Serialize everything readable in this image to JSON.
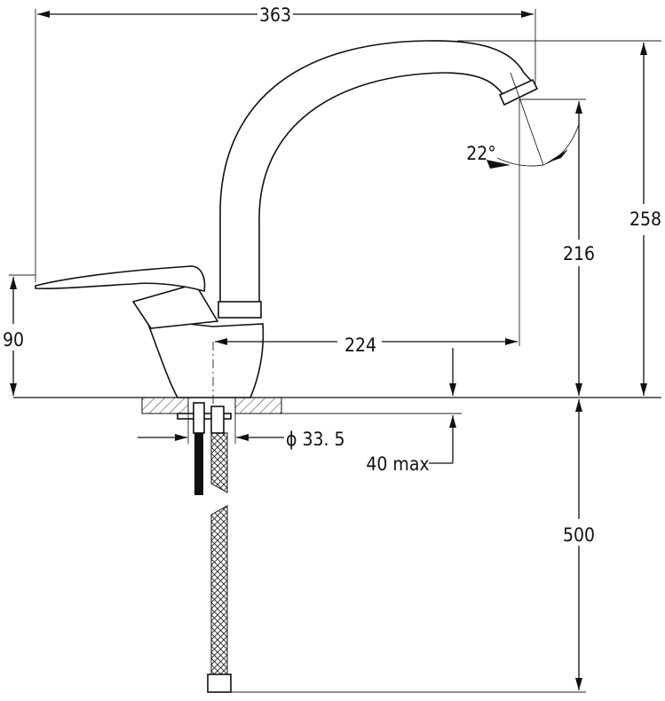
{
  "drawing": {
    "overall_width": "363",
    "overall_height": "258",
    "spout_outlet_height": "216",
    "handle_height": "90",
    "spout_reach": "224",
    "swivel_angle": "22°",
    "mounting_hole_diameter": "ϕ 33. 5",
    "max_countertop_thickness": "40 max",
    "hose_length": "500"
  }
}
